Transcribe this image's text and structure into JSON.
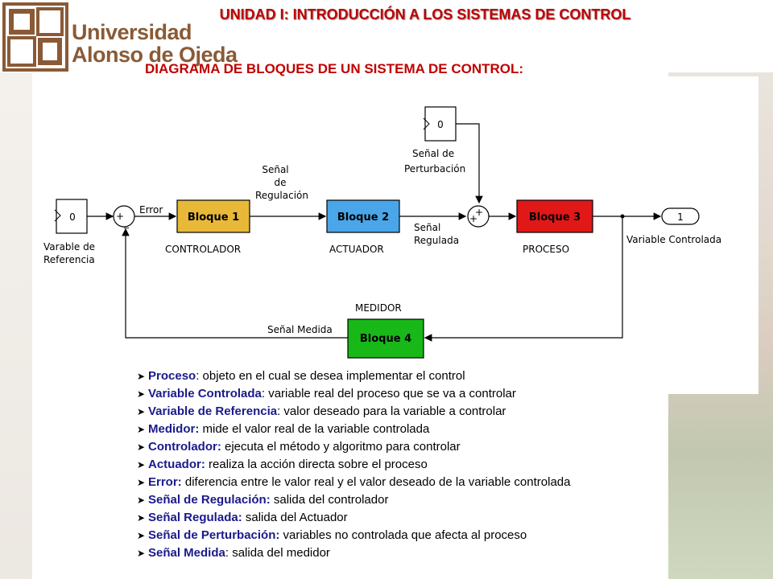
{
  "header": {
    "logo_line1": "Universidad",
    "logo_line2": "Alonso de Ojeda",
    "unit_title": "UNIDAD I: INTRODUCCIÓN A LOS SISTEMAS DE CONTROL",
    "diagram_title": "DIAGRAMA DE BLOQUES DE UN SISTEMA DE CONTROL:"
  },
  "diagram": {
    "ref_value": "0",
    "ref_label_1": "Varable de",
    "ref_label_2": "Referencia",
    "sum_plus": "+",
    "sum_minus": "_",
    "error_label": "Error",
    "block1": "Bloque 1",
    "block1_caption": "CONTROLADOR",
    "reg_label_1": "Señal",
    "reg_label_2": "de",
    "reg_label_3": "Regulación",
    "block2": "Bloque 2",
    "block2_caption": "ACTUADOR",
    "regulada_1": "Señal",
    "regulada_2": "Regulada",
    "dist_value": "0",
    "dist_label_1": "Señal de",
    "dist_label_2": "Perturbación",
    "sum2_plus_top": "+",
    "sum2_plus_left": "+",
    "block3": "Bloque 3",
    "block3_caption": "PROCESO",
    "out_value": "1",
    "out_label": "Variable Controlada",
    "block4": "Bloque 4",
    "block4_caption": "MEDIDOR",
    "medida_label": "Señal Medida",
    "colors": {
      "block1": "#e8b838",
      "block2": "#4aa6e8",
      "block3": "#e01818",
      "block4": "#18b818"
    }
  },
  "definitions": [
    {
      "term": "Proceso",
      "text": ": objeto en el cual se desea implementar el control"
    },
    {
      "term": "Variable Controlada",
      "text": ": variable real del proceso que se va a controlar"
    },
    {
      "term": "Variable de Referencia",
      "text": ": valor deseado para la variable a controlar"
    },
    {
      "term": "Medidor:",
      "text": " mide el valor real de la variable controlada"
    },
    {
      "term": "Controlador:",
      "text": " ejecuta el método y algoritmo para controlar"
    },
    {
      "term": "Actuador:",
      "text": " realiza la acción directa sobre el proceso"
    },
    {
      "term": "Error:",
      "text": " diferencia entre le valor real y el valor deseado de la variable controlada"
    },
    {
      "term": "Señal de Regulación:",
      "text": " salida del controlador"
    },
    {
      "term": "Señal Regulada:",
      "text": " salida del Actuador"
    },
    {
      "term": "Señal de Perturbación:",
      "text": " variables no controlada que afecta al proceso"
    },
    {
      "term": "Señal Medida",
      "text": ": salida del medidor"
    }
  ]
}
